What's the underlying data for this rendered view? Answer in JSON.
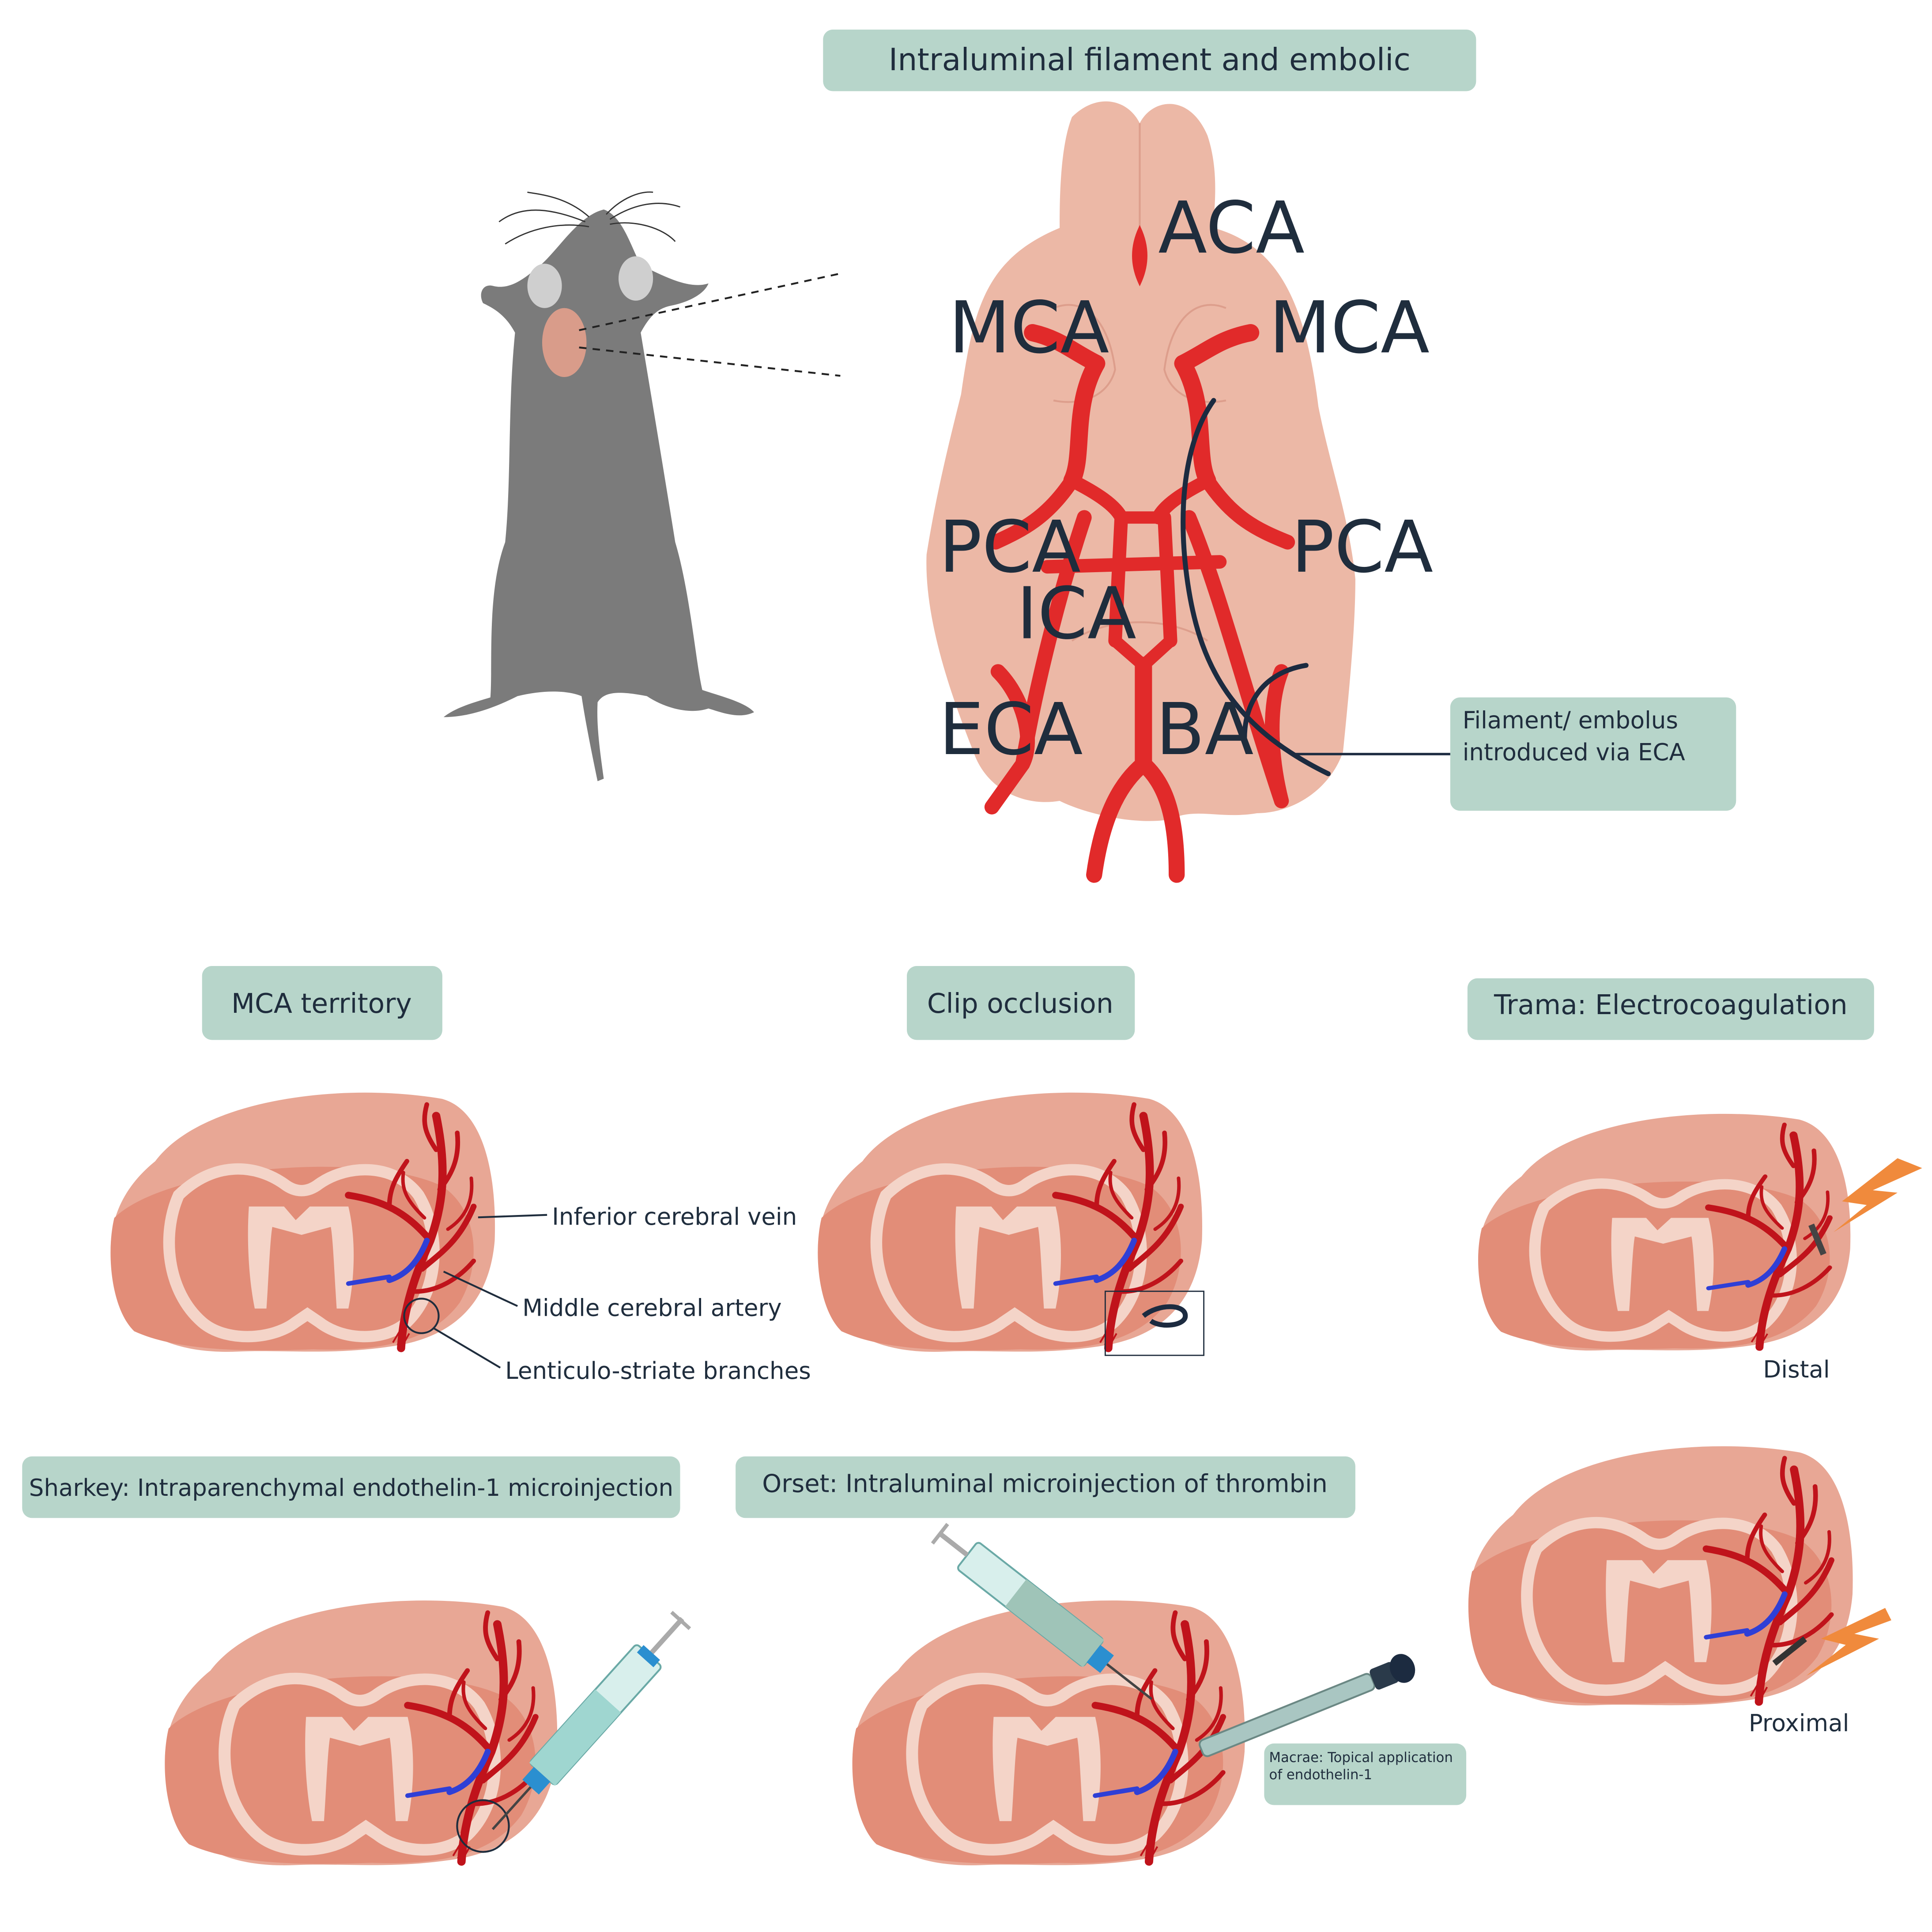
{
  "colors": {
    "header_bg": "#b7d5ca",
    "artery": "#e12a2a",
    "dark_artery": "#c0131b",
    "vein": "#2f3fd6",
    "tissue_outer": "#e8a795",
    "tissue_inner": "#e28d78",
    "white_matter": "#f4d4c8",
    "mouse": "#7b7b7b",
    "text": "#1f2d3d",
    "filament": "#1c2b40",
    "bolt": "#f08a3c",
    "syringe_fill": "#9fd6d0"
  },
  "headers": {
    "intraluminal": "Intraluminal filament and embolic",
    "mca_territory": "MCA territory",
    "clip": "Clip occlusion",
    "trama": "Trama: Electrocoagulation",
    "sharkey": "Sharkey: Intraparenchymal endothelin-1 microinjection",
    "orset": "Orset: Intraluminal microinjection of thrombin",
    "macrae": "Macrae: Topical application of endothelin-1",
    "filament_note": "Filament/ embolus introduced via ECA"
  },
  "vessels": {
    "aca": "ACA",
    "mca_left": "MCA",
    "mca_right": "MCA",
    "pca_left": "PCA",
    "pca_right": "PCA",
    "ica": "ICA",
    "eca": "ECA",
    "ba": "BA"
  },
  "annotations": {
    "inferior_vein": "Inferior cerebral vein",
    "middle_artery": "Middle cerebral artery",
    "lenticulo": "Lenticulo-striate branches",
    "distal": "Distal",
    "proximal": "Proximal"
  },
  "icons": {
    "mouse": "mouse-icon",
    "syringe": "syringe-icon",
    "pipette": "pipette-icon",
    "bolt": "lightning-bolt-icon",
    "clip": "vessel-clip-icon"
  }
}
